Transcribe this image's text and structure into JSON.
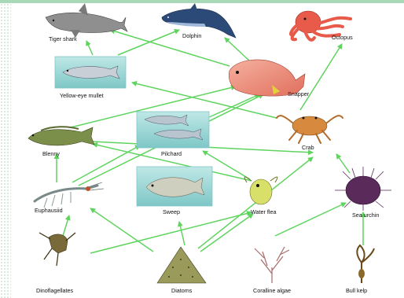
{
  "organisms": {
    "tiger_shark": "Tiger shark",
    "dolphin": "Dolphin",
    "octopus": "Octopus",
    "yellow_eye_mullet": "Yellow-eye mullet",
    "snapper": "Snapper",
    "blenny": "Blenny",
    "pilchard": "Pilchard",
    "crab": "Crab",
    "euphausiid": "Euphausiid",
    "sweep": "Sweep",
    "water_flea": "Water flea",
    "sea_urchin": "Sea urchin",
    "dinoflagellates": "Dinoflagellates",
    "diatoms": "Diatoms",
    "coralline_algae": "Coralline algae",
    "bull_kelp": "Bull kelp"
  },
  "colors": {
    "arrow": "#5ed45e",
    "top_band": "#a8d8b8",
    "photo_frame": "#7fc7c7"
  }
}
